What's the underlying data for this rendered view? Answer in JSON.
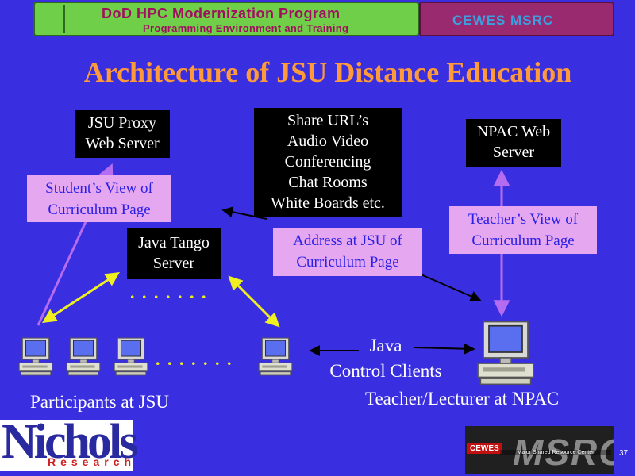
{
  "banner": {
    "title_line1": "DoD HPC Modernization Program",
    "title_line2": "Programming Environment and Training",
    "right_label": "CEWES MSRC"
  },
  "slide": {
    "title": "Architecture of JSU Distance Education",
    "page_number": "37"
  },
  "boxes": {
    "proxy_server": [
      "JSU  Proxy",
      "Web Server"
    ],
    "share_features": [
      "Share URL’s",
      "Audio Video",
      "Conferencing",
      "Chat Rooms",
      "White Boards etc."
    ],
    "npac_server": [
      "NPAC Web",
      "Server"
    ],
    "student_view": [
      "Student’s View of",
      "Curriculum Page"
    ],
    "teacher_view": [
      "Teacher’s View of",
      "Curriculum Page"
    ],
    "tango_server": [
      "Java Tango",
      "Server"
    ],
    "address_note": [
      "Address at JSU of",
      "Curriculum Page"
    ]
  },
  "labels": {
    "java_control_clients": [
      "Java",
      "Control Clients"
    ],
    "participants": "Participants at JSU",
    "teacher": "Teacher/Lecturer at NPAC",
    "dots": ". . . . . . ."
  },
  "logos": {
    "nichols_main": "Nichols",
    "nichols_sub": "Research",
    "msrc_main": "MSRC",
    "msrc_tag": "CEWES",
    "msrc_sub": "Major Shared Resource Center"
  },
  "colors": {
    "background": "#3a2fe0",
    "title": "#ff9a3a",
    "pink_box": "#e5a7f0",
    "arrow_purple": "#b56cf0",
    "arrow_yellow": "#f0f020",
    "arrow_black": "#000000"
  }
}
